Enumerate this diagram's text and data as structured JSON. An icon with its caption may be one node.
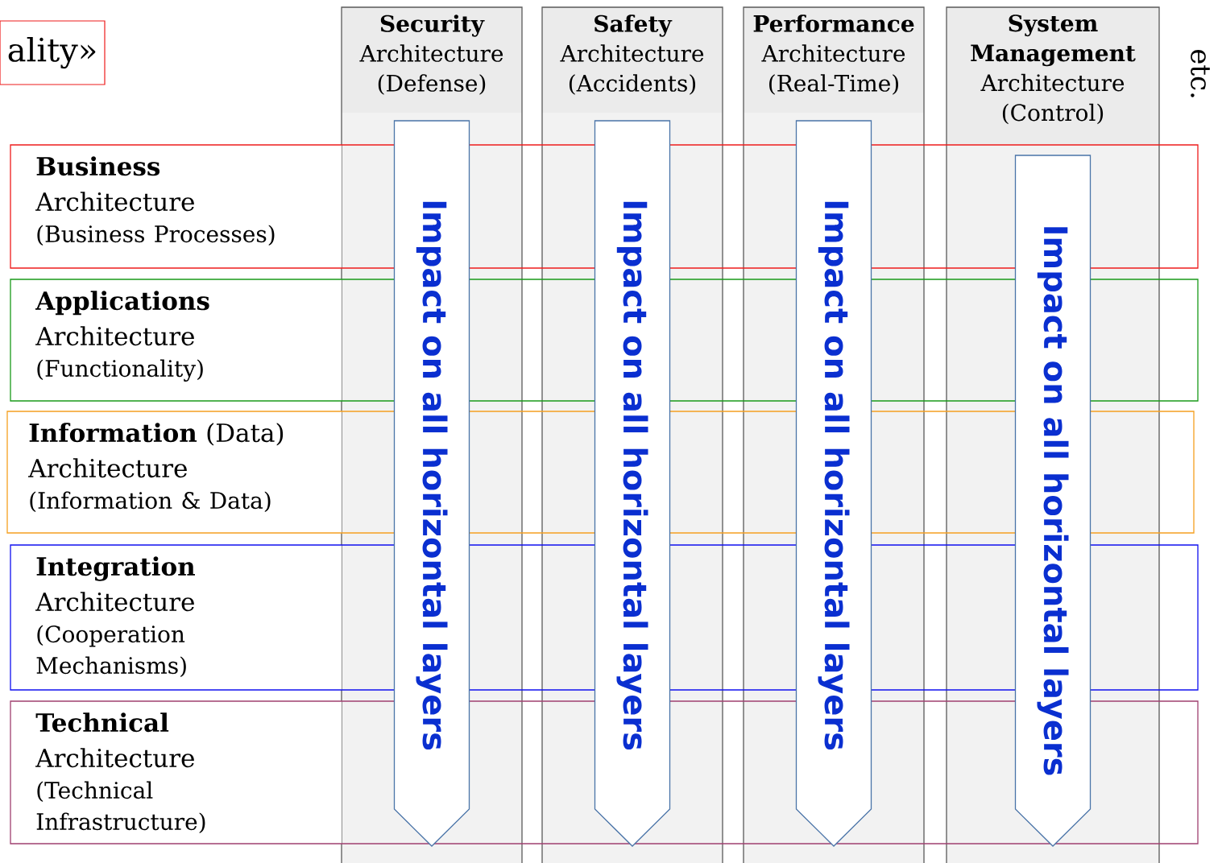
{
  "diagram": {
    "nodes": [
      {
        "text": [
          "ality»"
        ]
      },
      {
        "text": [
          "Security",
          "Architecture",
          "(Defense)"
        ]
      },
      {
        "text": [
          "Safety",
          "Architecture",
          "(Accidents)"
        ]
      },
      {
        "text": [
          "Performance",
          "Architecture",
          "(Real-Time)"
        ]
      },
      {
        "text": [
          "System Management",
          "Architecture",
          "(Control)"
        ]
      },
      {
        "text": [
          "Business",
          "Architecture",
          "(Business Processes)"
        ]
      },
      {
        "text": [
          "Applications",
          "Architecture",
          "(Functionality)"
        ]
      },
      {
        "text": [
          "**Information** (Data)",
          "Architecture",
          "(Information & Data)"
        ]
      },
      {
        "text": [
          "Integration",
          "Architecture",
          "(Cooperation Mechanisms)"
        ]
      },
      {
        "text": [
          "Technical",
          "Architecture",
          "(Technical Infrastructure)"
        ]
      },
      {
        "text": [
          "Impact on all horizontal layers"
        ],
        "in": 1
      },
      {
        "text": [
          "Impact on all horizontal layers"
        ],
        "in": 2
      },
      {
        "text": [
          "Impact on all horizontal layers"
        ],
        "in": 3
      },
      {
        "text": [
          "Impact on all horizontal layers"
        ],
        "in": 4
      }
    ],
    "labels": [
      "etc."
    ]
  }
}
